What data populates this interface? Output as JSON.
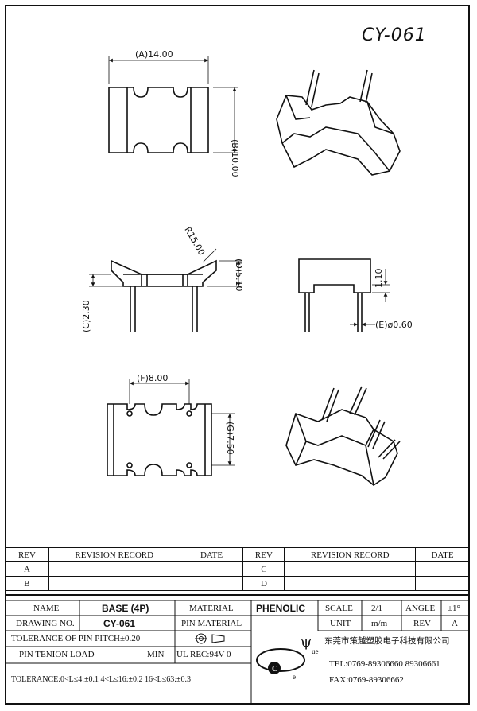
{
  "drawing": {
    "title": "CY-061",
    "dims": {
      "a": "(A)14.00",
      "b": "(B)10.00",
      "r": "R15.00",
      "c": "(C)2.30",
      "d": "(D)5.10",
      "h": "1.10",
      "e": "(E)ø0.60",
      "f": "(F)8.00",
      "g": "(G)7.50"
    }
  },
  "revision": {
    "headers": [
      "REV",
      "REVISION RECORD",
      "DATE",
      "REV",
      "REVISION RECORD",
      "DATE"
    ],
    "rows": [
      {
        "rev1": "A",
        "rev2": "C"
      },
      {
        "rev1": "B",
        "rev2": "D"
      }
    ]
  },
  "titleblock": {
    "name_label": "NAME",
    "name_value": "BASE (4P)",
    "material_label": "MATERIAL",
    "material_value": "PHENOLIC",
    "scale_label": "SCALE",
    "scale_value": "2/1",
    "angle_label": "ANGLE",
    "angle_value": "±1°",
    "drawing_no_label": "DRAWING NO.",
    "drawing_no_value": "CY-061",
    "pin_material_label": "PIN MATERIAL",
    "unit_label": "UNIT",
    "unit_value": "m/m",
    "rev_label": "REV",
    "rev_value": "A",
    "tol_pitch": "TOLERANCE OF PIN PITCH±0.20",
    "pin_tenion": "PIN TENION LOAD",
    "min": "MIN",
    "ul": "UL REC:94V-0",
    "tolerance": "TOLERANCE:0<L≤4:±0.1  4<L≤16:±0.2  16<L≤63:±0.3",
    "company": "东莞市策越塑胶电子科技有限公司",
    "tel": "TEL:0769-89306660 89306661",
    "fax": "FAX:0769-89306662"
  }
}
